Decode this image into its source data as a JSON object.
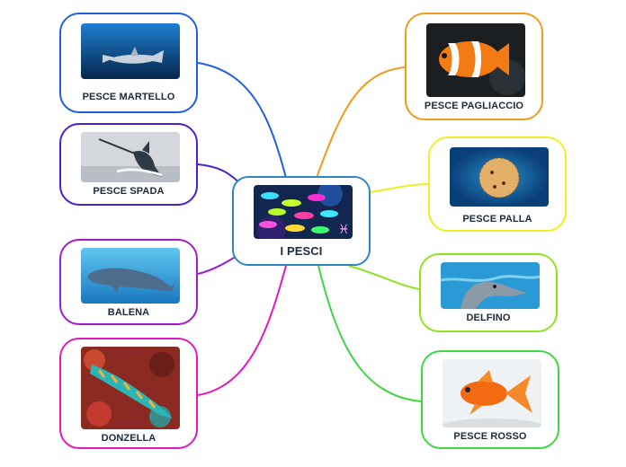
{
  "diagram": {
    "center": {
      "label": "I PESCI",
      "color": "#2f86c7"
    },
    "branches": [
      {
        "id": "martello",
        "label": "PESCE MARTELLO",
        "color": "#1f5fe0",
        "image": "hammerhead-shark"
      },
      {
        "id": "spada",
        "label": "PESCE SPADA",
        "color": "#4b1fc9",
        "image": "swordfish"
      },
      {
        "id": "balena",
        "label": "BALENA",
        "color": "#a21cc9",
        "image": "whale"
      },
      {
        "id": "donzella",
        "label": "DONZELLA",
        "color": "#e019c4",
        "image": "wrasse"
      },
      {
        "id": "pagliaccio",
        "label": "PESCE PAGLIACCIO",
        "color": "#f29a1c",
        "image": "clownfish"
      },
      {
        "id": "palla",
        "label": "PESCE PALLA",
        "color": "#f0ef22",
        "image": "pufferfish"
      },
      {
        "id": "delfino",
        "label": "DELFINO",
        "color": "#8ee323",
        "image": "dolphin"
      },
      {
        "id": "rosso",
        "label": "PESCE ROSSO",
        "color": "#3fd63f",
        "image": "goldfish"
      }
    ]
  }
}
